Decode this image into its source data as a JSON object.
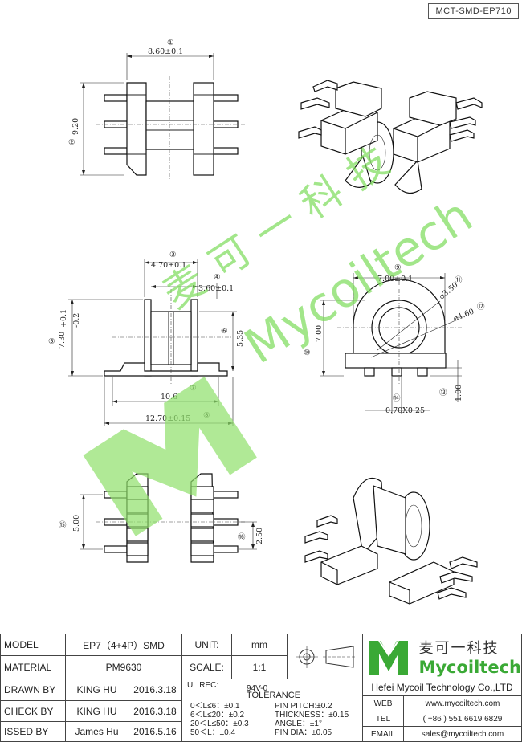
{
  "part_code": "MCT-SMD-EP710",
  "watermark": {
    "cn": "麦可一科技",
    "en": "Mycoiltech",
    "color": "#7cdc5a"
  },
  "dimensions": {
    "d1": "8.60±0.1",
    "d2": "9.20",
    "d3": "4.70±0.1",
    "d4": "3.60±0.1",
    "d5": "7.30",
    "d5_tol_top": "+0.1",
    "d5_tol_bot": "-0.2",
    "d6": "5.35",
    "d7": "10.6",
    "d8": "12.70±0.15",
    "d9": "7.00±0.1",
    "d10": "7.00",
    "d11": "⌀3.50",
    "d12": "⌀4.60",
    "d13": "1.00",
    "d14": "0.70X0.25",
    "d15": "5.00",
    "d16": "2.50"
  },
  "callouts": [
    "①",
    "②",
    "③",
    "④",
    "⑤",
    "⑥",
    "⑦",
    "⑧",
    "⑨",
    "⑩",
    "⑪",
    "⑫",
    "⑬",
    "⑭",
    "⑮",
    "⑯"
  ],
  "title_block": {
    "model_label": "MODEL",
    "model_value": "EP7（4+4P）SMD",
    "material_label": "MATERIAL",
    "material_value": "PM9630",
    "drawn_label": "DRAWN BY",
    "drawn_name": "KING HU",
    "drawn_date": "2016.3.18",
    "check_label": "CHECK BY",
    "check_name": "KING HU",
    "check_date": "2016.3.18",
    "issued_label": "ISSED BY",
    "issued_name": "James Hu",
    "issued_date": "2016.5.16",
    "unit_label": "UNIT:",
    "unit_value": "mm",
    "scale_label": "SCALE:",
    "scale_value": "1:1",
    "ul_label": "UL REC:",
    "ul_value": "94V-0",
    "tolerance_label": "TOLERANCE",
    "tol_lines": [
      "0＜L≤6：±0.1",
      "6＜L≤20：±0.2",
      "20＜L≤50：±0.3",
      "50＜L：±0.4"
    ],
    "tol_right": [
      "PIN PITCH:±0.2",
      "THICKNESS：±0.15",
      "ANGLE：±1°",
      "PIN DIA：±0.05"
    ],
    "logo_cn": "麦可一科技",
    "logo_en": "Mycoiltech",
    "company": "Hefei Mycoil Technology Co.,LTD",
    "web_label": "WEB",
    "web_value": "www.mycoiltech.com",
    "tel_label": "TEL",
    "tel_value": "( +86 ) 551 6619 6829",
    "email_label": "EMAIL",
    "email_value": "sales@mycoiltech.com",
    "brand_green": "#3aa935"
  }
}
